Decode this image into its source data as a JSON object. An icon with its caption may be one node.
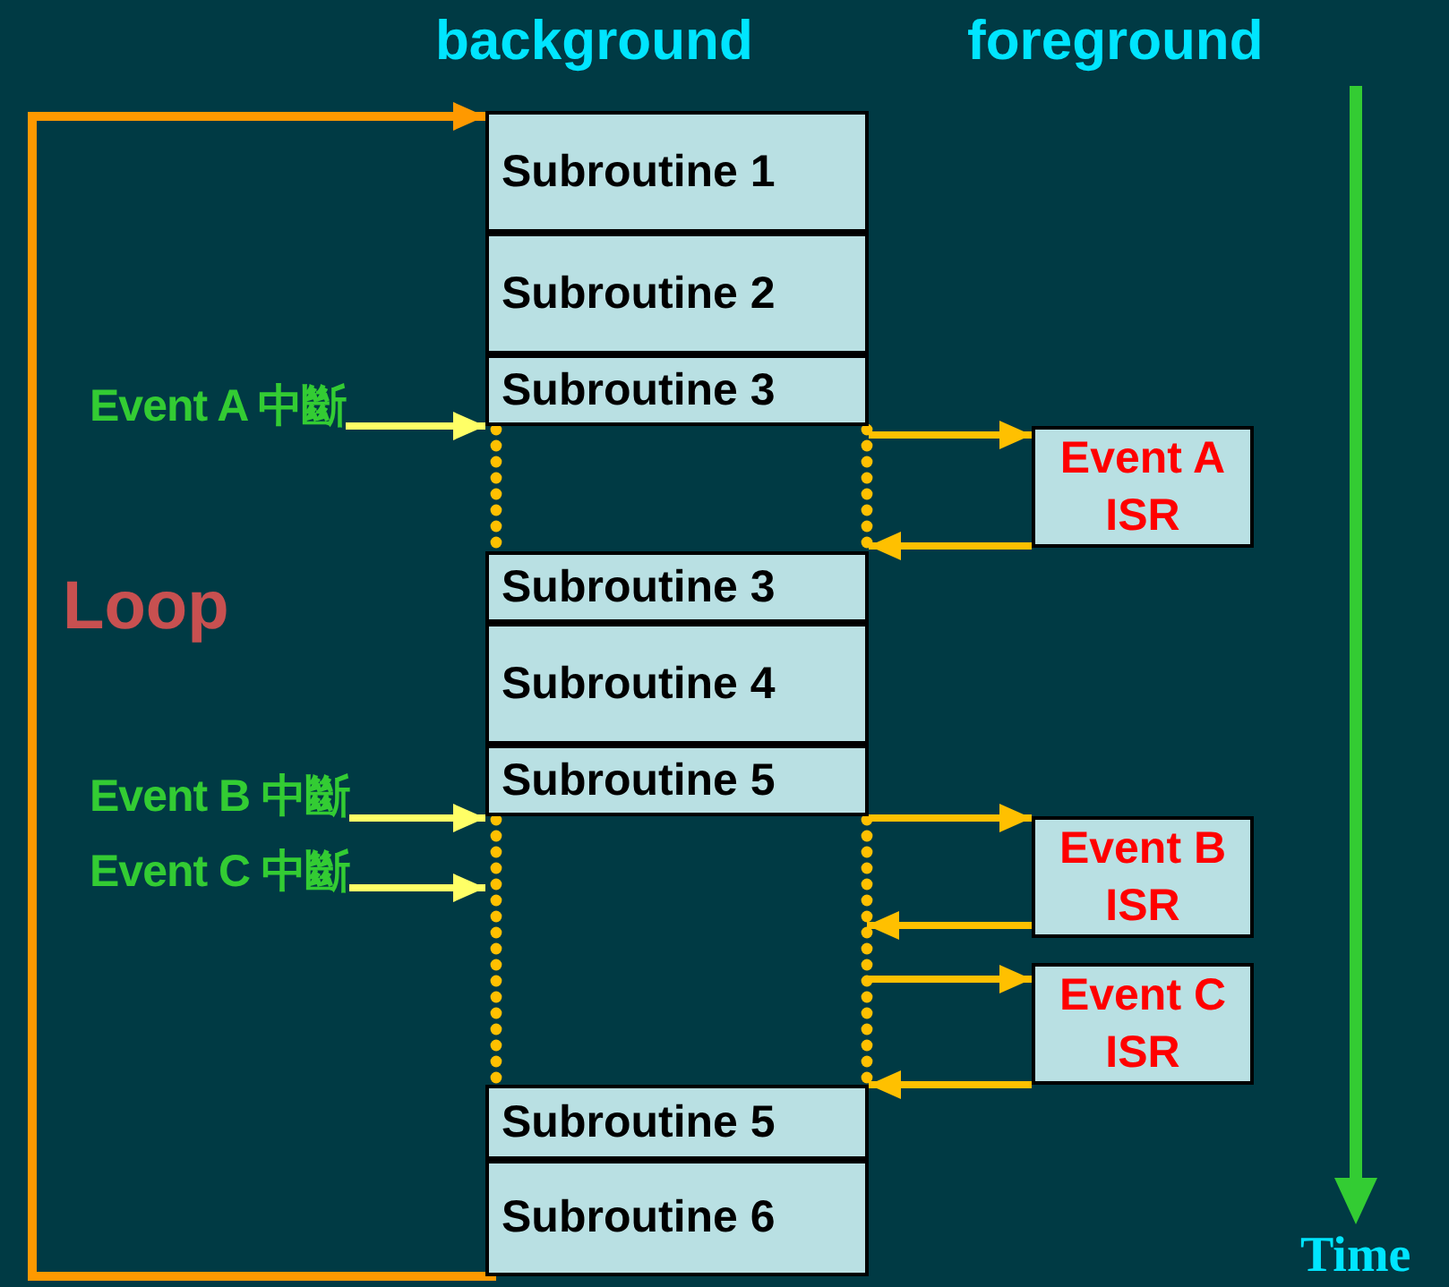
{
  "diagram": {
    "nodes": [
      {
        "text": [
          "Subroutine 1"
        ]
      },
      {
        "text": [
          "Subroutine 2"
        ]
      },
      {
        "text": [
          "Subroutine 3"
        ]
      },
      {
        "text": [
          "Subroutine 3"
        ]
      },
      {
        "text": [
          "Subroutine 4"
        ]
      },
      {
        "text": [
          "Subroutine 5"
        ]
      },
      {
        "text": [
          "Subroutine 5"
        ]
      },
      {
        "text": [
          "Subroutine 6"
        ]
      },
      {
        "text": [
          "Event A ISR"
        ]
      },
      {
        "text": [
          "Event B ISR"
        ]
      },
      {
        "text": [
          "Event C ISR"
        ]
      },
      {
        "text": [
          "Event A 中斷"
        ]
      },
      {
        "text": [
          "Event B 中斷"
        ]
      },
      {
        "text": [
          "Event C 中斷"
        ]
      }
    ],
    "edges": [
      {
        "from": 7,
        "to": 0,
        "arrow": "to",
        "label": "Loop",
        "color": "#ff9900"
      },
      {
        "from": 11,
        "to": 2,
        "arrow": "to",
        "color": "#ffff66"
      },
      {
        "from": 2,
        "to": 8,
        "arrow": "to"
      },
      {
        "from": 8,
        "to": 3,
        "arrow": "to"
      },
      {
        "from": 12,
        "to": 5,
        "arrow": "to",
        "color": "#ffff66"
      },
      {
        "from": 13,
        "to": null,
        "arrow": "to",
        "color": "#ffff66"
      },
      {
        "from": 5,
        "to": 9,
        "arrow": "to"
      },
      {
        "from": 9,
        "to": null,
        "arrow": "to"
      },
      {
        "from": null,
        "to": 10,
        "arrow": "to"
      },
      {
        "from": 10,
        "to": 6,
        "arrow": "to"
      }
    ],
    "labels": [
      "background",
      "foreground",
      "Time"
    ]
  }
}
